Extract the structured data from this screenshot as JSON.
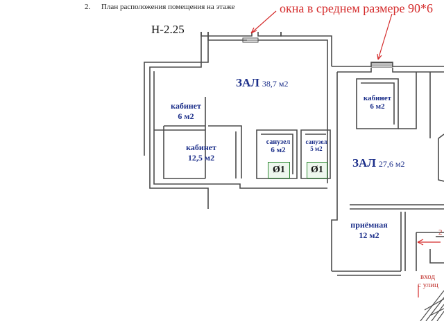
{
  "header": {
    "item_number": "2.",
    "title": "План расположения помещения на этаже"
  },
  "floor_code": "Н-2.25",
  "annotation": {
    "text": "окна в среднем размере 90*6",
    "color": "#d42a2a"
  },
  "rooms": [
    {
      "name": "ЗАЛ",
      "area": "38,7 м2"
    },
    {
      "name": "кабинет",
      "area": "6 м2"
    },
    {
      "name": "кабинет",
      "area": "12,5 м2"
    },
    {
      "name": "санузел",
      "area": "6 м2"
    },
    {
      "name": "санузел",
      "area": "5 м2"
    },
    {
      "name": "кабинет",
      "area": "6 м2"
    },
    {
      "name": "ЗАЛ",
      "area": "27,6 м2"
    },
    {
      "name": "приёмная",
      "area": "12 м2"
    }
  ],
  "entrance": {
    "line1": "вход",
    "line2": "с улиц",
    "edge_mark": "2"
  },
  "fixtures": {
    "toilet_symbol": "Ø1"
  },
  "colors": {
    "room_labels": "#1c2f8a",
    "walls": "#4a4a4a",
    "annotation": "#d42a2a"
  }
}
